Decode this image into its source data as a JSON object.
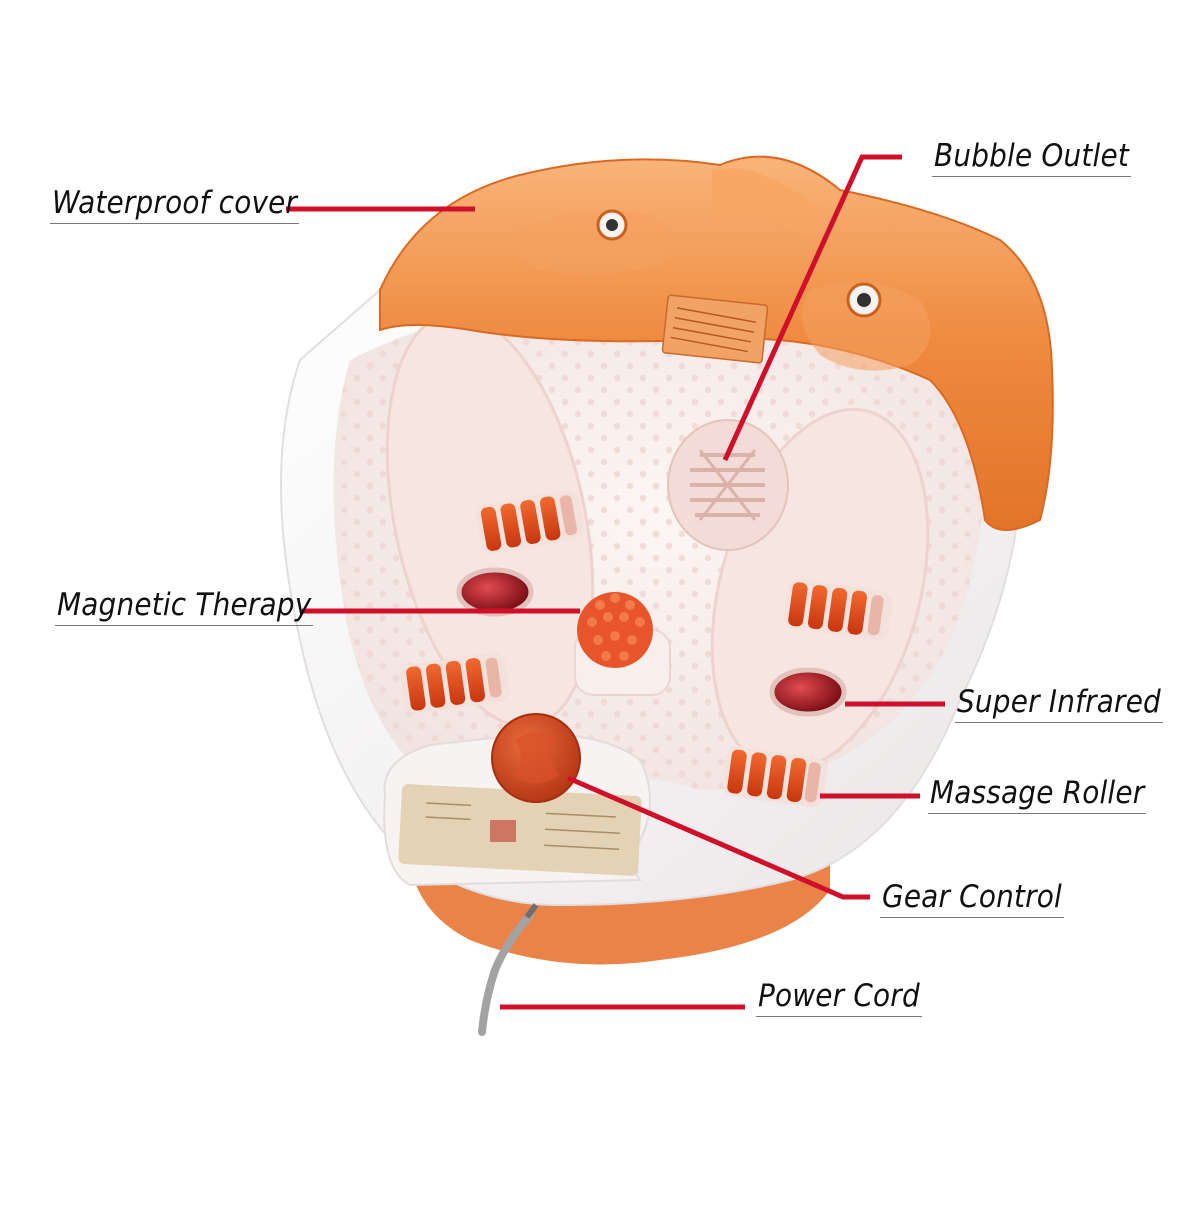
{
  "diagram": {
    "labels": {
      "waterproof_cover": "Waterproof cover",
      "bubble_outlet": "Bubble Outlet",
      "magnetic_therapy": "Magnetic Therapy",
      "super_infrared": "Super Infrared",
      "massage_roller": "Massage Roller",
      "gear_control": "Gear Control",
      "power_cord": "Power Cord"
    },
    "colors": {
      "leader_line": "#d0102a",
      "lid_orange": "#ef8a3c",
      "roller_red": "#e0421a",
      "basin_white": "#f7f3f3",
      "base_orange": "#e98347",
      "cord_gray": "#a3a3a3"
    }
  }
}
